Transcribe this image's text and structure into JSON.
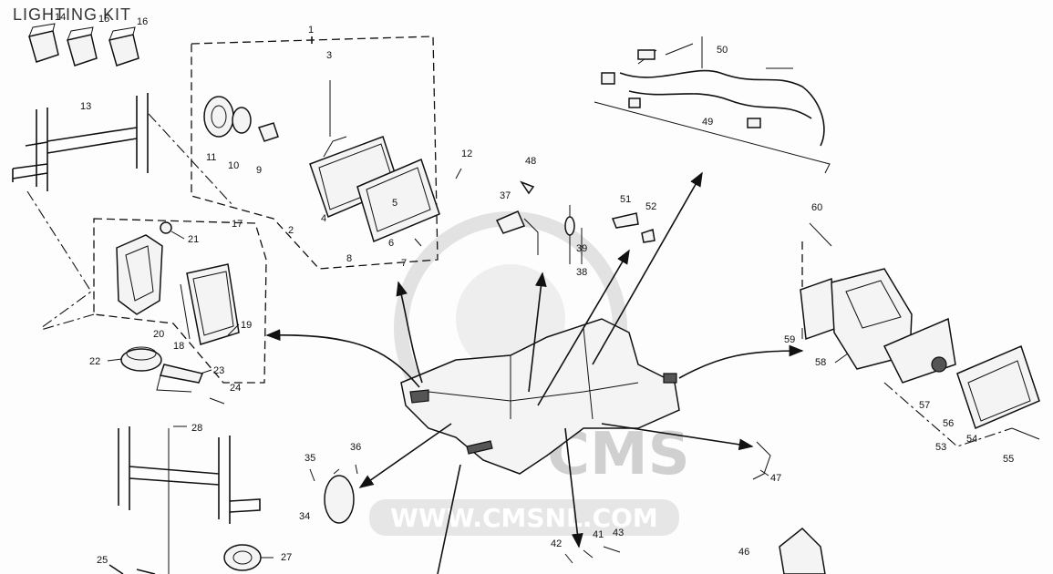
{
  "title": "LIGHTING KIT",
  "watermark": {
    "brand": "CMS",
    "url": "WWW.CMSNL.COM"
  },
  "callouts": {
    "p1": "1",
    "p2": "2",
    "p3": "3",
    "p4": "4",
    "p5": "5",
    "p6": "6",
    "p7": "7",
    "p8": "8",
    "p9": "9",
    "p10": "10",
    "p11": "11",
    "p12": "12",
    "p13": "13",
    "p14": "14",
    "p15": "15",
    "p16": "16",
    "p17": "17",
    "p18": "18",
    "p19": "19",
    "p20": "20",
    "p21": "21",
    "p22": "22",
    "p23": "23",
    "p24": "24",
    "p25": "25",
    "p27": "27",
    "p28": "28",
    "p34": "34",
    "p35": "35",
    "p36": "36",
    "p37": "37",
    "p38": "38",
    "p39": "39",
    "p41": "41",
    "p42": "42",
    "p43": "43",
    "p46": "46",
    "p47": "47",
    "p48": "48",
    "p49": "49",
    "p50": "50",
    "p51": "51",
    "p52": "52",
    "p53": "53",
    "p54": "54",
    "p55": "55",
    "p56": "56",
    "p57": "57",
    "p58": "58",
    "p59": "59",
    "p60": "60"
  }
}
